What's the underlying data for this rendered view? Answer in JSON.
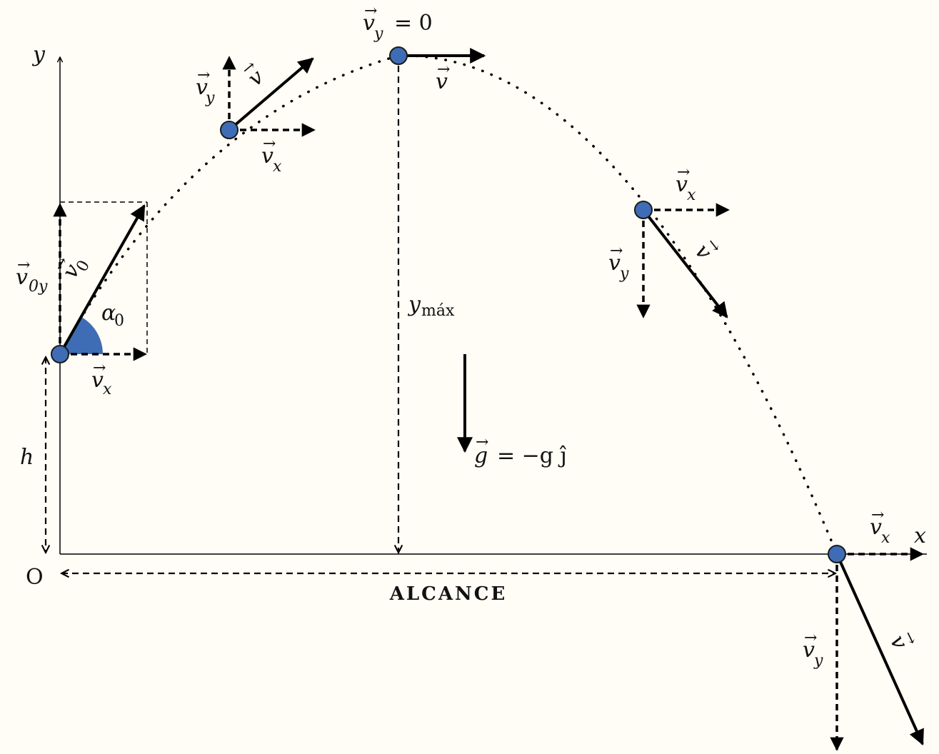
{
  "axes": {
    "x_label": "x",
    "y_label": "y",
    "origin_label": "O"
  },
  "labels": {
    "v": "v",
    "vx": "v",
    "vx_sub": "x",
    "vy": "v",
    "vy_sub": "y",
    "v0": "v",
    "v0_sub": "0",
    "v0y": "v",
    "v0y_sub": "0y",
    "vy_zero": "= 0",
    "alpha": "α",
    "alpha_sub": "0",
    "height": "h",
    "ymax": "y",
    "ymax_sub": "máx",
    "gravity": "g",
    "gravity_eq": "= −g ĵ",
    "range": "ALCANCE"
  },
  "colors": {
    "ball": "#3f6db5",
    "angle": "#3f6db5",
    "background": "#fffdf5"
  }
}
